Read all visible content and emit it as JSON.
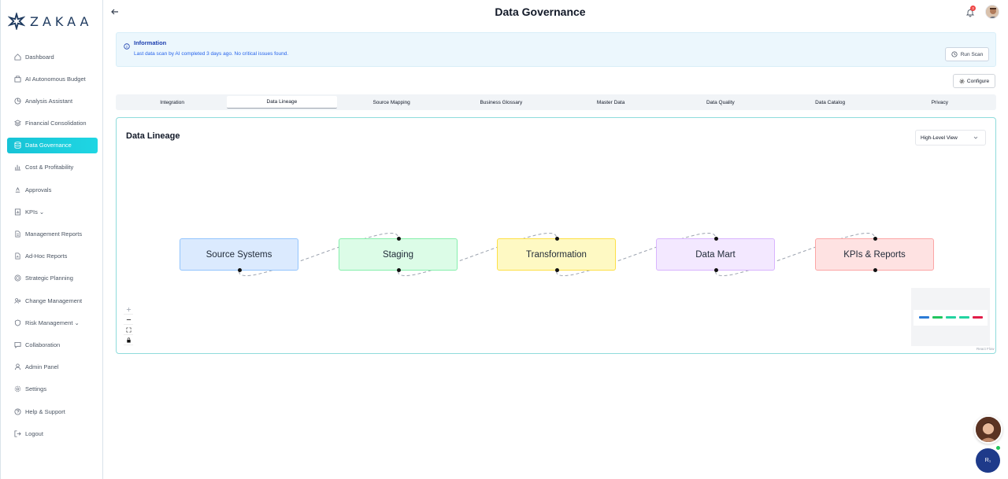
{
  "brand": {
    "name": "ZAKAA"
  },
  "sidebar": {
    "items": [
      {
        "label": "Dashboard",
        "icon": "home-icon"
      },
      {
        "label": "AI Autonomous Budget",
        "icon": "budget-icon"
      },
      {
        "label": "Analysis Assistant",
        "icon": "analysis-icon"
      },
      {
        "label": "Financial Consolidation",
        "icon": "layers-icon"
      },
      {
        "label": "Data Governance",
        "icon": "database-icon",
        "active": true
      },
      {
        "label": "Cost & Profitability",
        "icon": "bar-chart-icon"
      },
      {
        "label": "Approvals",
        "icon": "approvals-icon"
      },
      {
        "label": "KPIs ⌄",
        "icon": "kpi-icon"
      },
      {
        "label": "Management Reports",
        "icon": "document-icon"
      },
      {
        "label": "Ad-Hoc Reports",
        "icon": "report-icon"
      },
      {
        "label": "Strategic Planning",
        "icon": "target-icon"
      },
      {
        "label": "Change Management",
        "icon": "users-icon"
      },
      {
        "label": "Risk Management ⌄",
        "icon": "shield-icon"
      },
      {
        "label": "Collaboration",
        "icon": "chat-icon"
      },
      {
        "label": "Admin Panel",
        "icon": "user-icon"
      },
      {
        "label": "Settings",
        "icon": "gear-icon"
      },
      {
        "label": "Help & Support",
        "icon": "help-icon"
      },
      {
        "label": "Logout",
        "icon": "logout-icon"
      }
    ]
  },
  "header": {
    "title": "Data Governance",
    "notification_count": "3"
  },
  "info": {
    "title": "Information",
    "text": "Last data scan by AI completed 3 days ago. No critical issues found.",
    "run_scan_label": "Run Scan"
  },
  "configure_label": "Configure",
  "tabs": [
    {
      "label": "Integration"
    },
    {
      "label": "Data Lineage",
      "active": true
    },
    {
      "label": "Source Mapping"
    },
    {
      "label": "Business Glossary"
    },
    {
      "label": "Master Data"
    },
    {
      "label": "Data Quality"
    },
    {
      "label": "Data Catalog"
    },
    {
      "label": "Privacy"
    }
  ],
  "lineage": {
    "title": "Data Lineage",
    "view_selected": "High-Level View",
    "nodes": [
      {
        "label": "Source Systems",
        "fill": "#dbeafe",
        "border": "#93c5fd",
        "minimap": "#2b7bd6"
      },
      {
        "label": "Staging",
        "fill": "#dcfce7",
        "border": "#86efac",
        "minimap": "#22c55e"
      },
      {
        "label": "Transformation",
        "fill": "#fef9c3",
        "border": "#fde047",
        "minimap": "#22d3a0"
      },
      {
        "label": "Data Mart",
        "fill": "#f3e8ff",
        "border": "#d8b4fe",
        "minimap": "#22d3a0"
      },
      {
        "label": "KPIs & Reports",
        "fill": "#fee2e2",
        "border": "#fca5a5",
        "minimap": "#e11d48"
      }
    ],
    "attribution": "React Flow"
  },
  "chat_button_label": "R₁"
}
